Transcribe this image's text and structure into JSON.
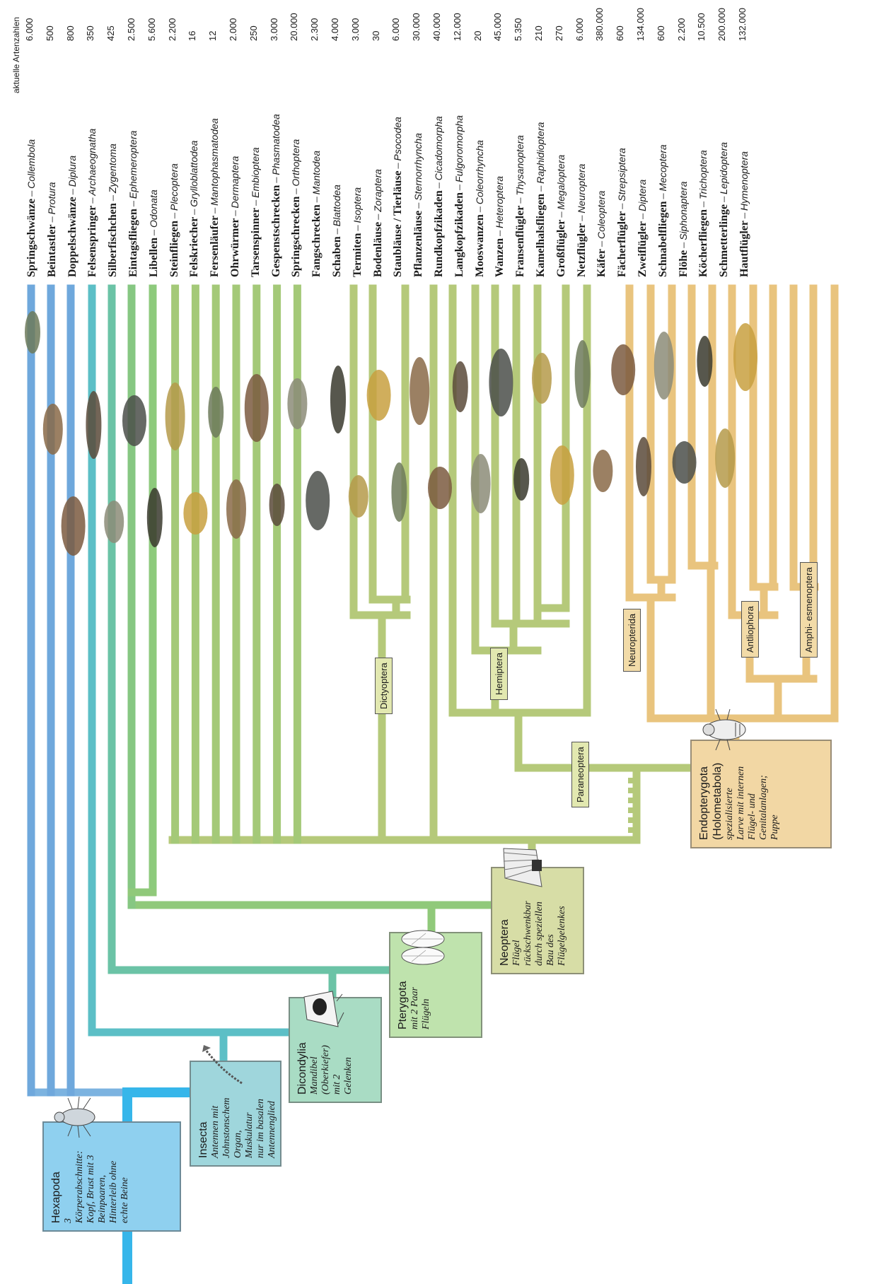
{
  "header": {
    "species_count_label": "aktuelle Artenzahlen"
  },
  "taxa": [
    {
      "de": "Springschwänze",
      "la": "Collembola",
      "count": "6.000",
      "color": "#6fa8dc"
    },
    {
      "de": "Beintastler",
      "la": "Protura",
      "count": "500",
      "color": "#6fa8dc"
    },
    {
      "de": "Doppelschwänze",
      "la": "Diplura",
      "count": "800",
      "color": "#6fa8dc"
    },
    {
      "de": "Felsenspringer",
      "la": "Archaeognatha",
      "count": "350",
      "color": "#5cbfc6"
    },
    {
      "de": "Silberfischchen",
      "la": "Zygentoma",
      "count": "425",
      "color": "#6bc3a6"
    },
    {
      "de": "Eintagsfliegen",
      "la": "Ephemeroptera",
      "count": "2.500",
      "color": "#86c782"
    },
    {
      "de": "Libellen",
      "la": "Odonata",
      "count": "5.600",
      "color": "#8dca7c"
    },
    {
      "de": "Steinfliegen",
      "la": "Plecoptera",
      "count": "2.200",
      "color": "#a4c978"
    },
    {
      "de": "Felskriecher",
      "la": "Grylloblattodea",
      "count": "16",
      "color": "#a4c978"
    },
    {
      "de": "Fersenläufer",
      "la": "Mantophasmatodea",
      "count": "12",
      "color": "#a4c978"
    },
    {
      "de": "Ohrwürmer",
      "la": "Dermaptera",
      "count": "2.000",
      "color": "#a4c978"
    },
    {
      "de": "Tarsenspinner",
      "la": "Embioptera",
      "count": "250",
      "color": "#a4c978"
    },
    {
      "de": "Gespenstschrecken",
      "la": "Phasmatodea",
      "count": "3.000",
      "color": "#a4c978"
    },
    {
      "de": "Springschrecken",
      "la": "Orthoptera",
      "count": "20.000",
      "color": "#a4c978"
    },
    {
      "de": "Fangschrecken",
      "la": "Mantodea",
      "count": "2.300",
      "color": "#b5c97a"
    },
    {
      "de": "Schaben",
      "la": "Blattodea",
      "count": "4.000",
      "color": "#b5c97a"
    },
    {
      "de": "Termiten",
      "la": "Isoptera",
      "count": "3.000",
      "color": "#b5c97a"
    },
    {
      "de": "Bodenläuse",
      "la": "Zoraptera",
      "count": "30",
      "color": "#b5c97a"
    },
    {
      "de": "Staubläuse / Tierläuse",
      "la": "Psocodea",
      "count": "6.000",
      "color": "#b5c97a"
    },
    {
      "de": "Pflanzenläuse",
      "la": "Sternorrhyncha",
      "count": "30.000",
      "color": "#b5c97a"
    },
    {
      "de": "Rundkopfzikaden",
      "la": "Cicadomorpha",
      "count": "40.000",
      "color": "#b5c97a"
    },
    {
      "de": "Langkopfzikaden",
      "la": "Fulgoromorpha",
      "count": "12.000",
      "color": "#b5c97a"
    },
    {
      "de": "Mooswanzen",
      "la": "Coleorrhyncha",
      "count": "20",
      "color": "#b5c97a"
    },
    {
      "de": "Wanzen",
      "la": "Heteroptera",
      "count": "45.000",
      "color": "#b5c97a"
    },
    {
      "de": "Fransenflügler",
      "la": "Thysanoptera",
      "count": "5.350",
      "color": "#b5c97a"
    },
    {
      "de": "Kamelhalsfliegen",
      "la": "Raphidioptera",
      "count": "210",
      "color": "#e9c47e"
    },
    {
      "de": "Großflügler",
      "la": "Megaloptera",
      "count": "270",
      "color": "#e9c47e"
    },
    {
      "de": "Netzflügler",
      "la": "Neuroptera",
      "count": "6.000",
      "color": "#e9c47e"
    },
    {
      "de": "Käfer",
      "la": "Coleoptera",
      "count": "380.000",
      "color": "#e9c47e"
    },
    {
      "de": "Fächerflügler",
      "la": "Strepsiptera",
      "count": "600",
      "color": "#e9c47e"
    },
    {
      "de": "Zweiflügler",
      "la": "Diptera",
      "count": "134.000",
      "color": "#e9c47e"
    },
    {
      "de": "Schnabelfliegen",
      "la": "Mecoptera",
      "count": "600",
      "color": "#e9c47e"
    },
    {
      "de": "Flöhe",
      "la": "Siphonaptera",
      "count": "2.200",
      "color": "#e9c47e"
    },
    {
      "de": "Köcherfliegen",
      "la": "Trichoptera",
      "count": "10.500",
      "color": "#e9c47e"
    },
    {
      "de": "Schmetterlinge",
      "la": "Lepidoptera",
      "count": "200.000",
      "color": "#e9c47e"
    },
    {
      "de": "Hautflügler",
      "la": "Hymenoptera",
      "count": "132.000",
      "color": "#e9c47e"
    }
  ],
  "clades": {
    "hexapoda": {
      "title": "Hexapoda",
      "desc": "3 Körperabschnitte: Kopf, Brust mit 3 Beinpaaren, Hinterleib ohne echte Beine",
      "color": "#8fd0ef",
      "icon": "hexapod-icon"
    },
    "insecta": {
      "title": "Insecta",
      "desc": "Antennen mit Johnstonschem Organ, Muskulatur nur im basalen Antennenglied",
      "color": "#9fd6dc",
      "icon": "antenna-icon"
    },
    "dicondylia": {
      "title": "Dicondylia",
      "desc": "Mandibel (Oberkiefer) mit 2 Gelenken",
      "color": "#a9dcc4",
      "icon": "mandible-icon"
    },
    "pterygota": {
      "title": "Pterygota",
      "desc": "mit 2 Paar Flügeln",
      "color": "#bfe3ad",
      "icon": "wings-icon"
    },
    "neoptera": {
      "title": "Neoptera",
      "desc": "Flügel rückschwenkbar durch speziellen Bau des Flügelgelenkes",
      "color": "#d7dda6",
      "icon": "wing-joint-icon"
    },
    "endopterygota": {
      "title": "Endopterygota (Holometabola)",
      "desc": "spezialisierte Larve mit internen Flügel- und Genitalanlagen; Puppe",
      "color": "#f2d7a4",
      "icon": "pupa-icon"
    }
  },
  "tags": {
    "dictyoptera": "Dictyoptera",
    "hemiptera": "Hemiptera",
    "paraneoptera": "Paraneoptera",
    "neuropterida": "Neuropterida",
    "antliophora": "Antliophora",
    "amphiesmenoptera": "Amphi- esmenoptera"
  },
  "insect_images": [
    "springtail-image",
    "proturan-image",
    "dipluran-image",
    "jumping-bristletail-image",
    "silverfish-image",
    "mayfly-image",
    "damselfly-image",
    "stonefly-image",
    "ice-crawler-image",
    "heelwalker-image",
    "earwig-image",
    "webspinner-image",
    "stick-insect-image",
    "grasshopper-image",
    "mantis-image",
    "cockroach-image",
    "termite-image",
    "zorapteran-image",
    "booklouse-image",
    "aphid-image",
    "cicada-image",
    "planthopper-image",
    "moss-bug-image",
    "true-bug-image",
    "thrips-image",
    "snakefly-image",
    "dobsonfly-image",
    "lacewing-image",
    "stag-beetle-image",
    "twisted-wing-image",
    "fly-image",
    "scorpionfly-image",
    "flea-image",
    "caddisfly-image",
    "butterfly-image",
    "wasp-image"
  ]
}
